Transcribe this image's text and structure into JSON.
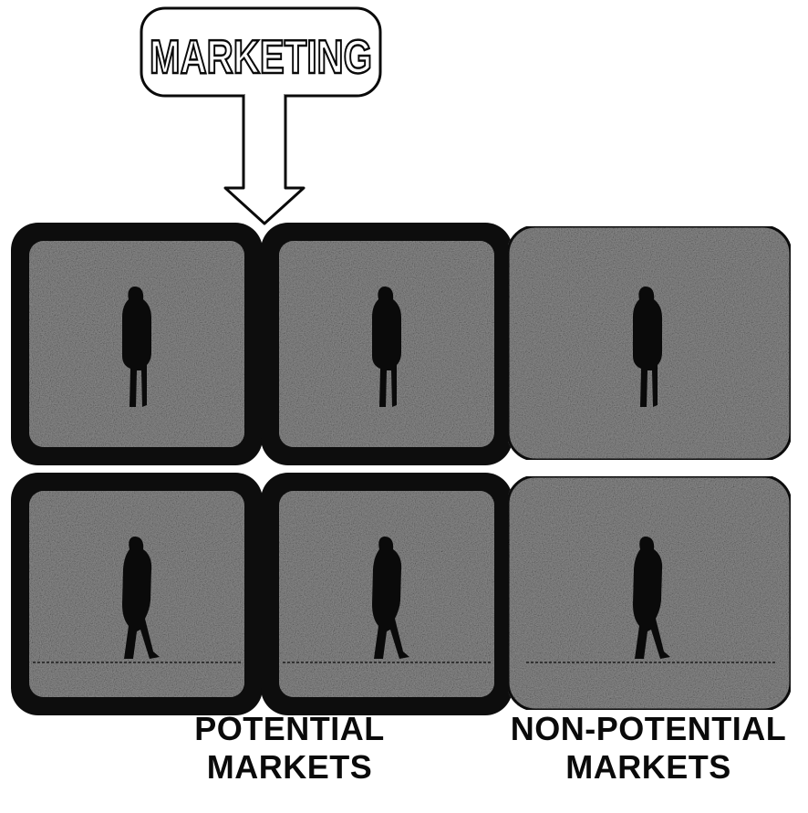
{
  "callout": {
    "label": "MARKETING"
  },
  "tiles": [
    {
      "row": 1,
      "col": 1,
      "group": "potential",
      "figure": "person-standing"
    },
    {
      "row": 1,
      "col": 2,
      "group": "potential",
      "figure": "person-standing"
    },
    {
      "row": 1,
      "col": 3,
      "group": "non-potential",
      "figure": "person-standing"
    },
    {
      "row": 2,
      "col": 1,
      "group": "potential",
      "figure": "person-walking"
    },
    {
      "row": 2,
      "col": 2,
      "group": "potential",
      "figure": "person-walking"
    },
    {
      "row": 2,
      "col": 3,
      "group": "non-potential",
      "figure": "person-walking"
    }
  ],
  "captions": {
    "potential": {
      "line1": "POTENTIAL",
      "line2": "MARKETS"
    },
    "non_potential": {
      "line1": "NON-POTENTIAL",
      "line2": "MARKETS"
    }
  },
  "colors": {
    "ink": "#0a0a0a",
    "tile_fill": "#8f8f8f",
    "frame": "#0d0d0d",
    "paper": "#ffffff"
  }
}
